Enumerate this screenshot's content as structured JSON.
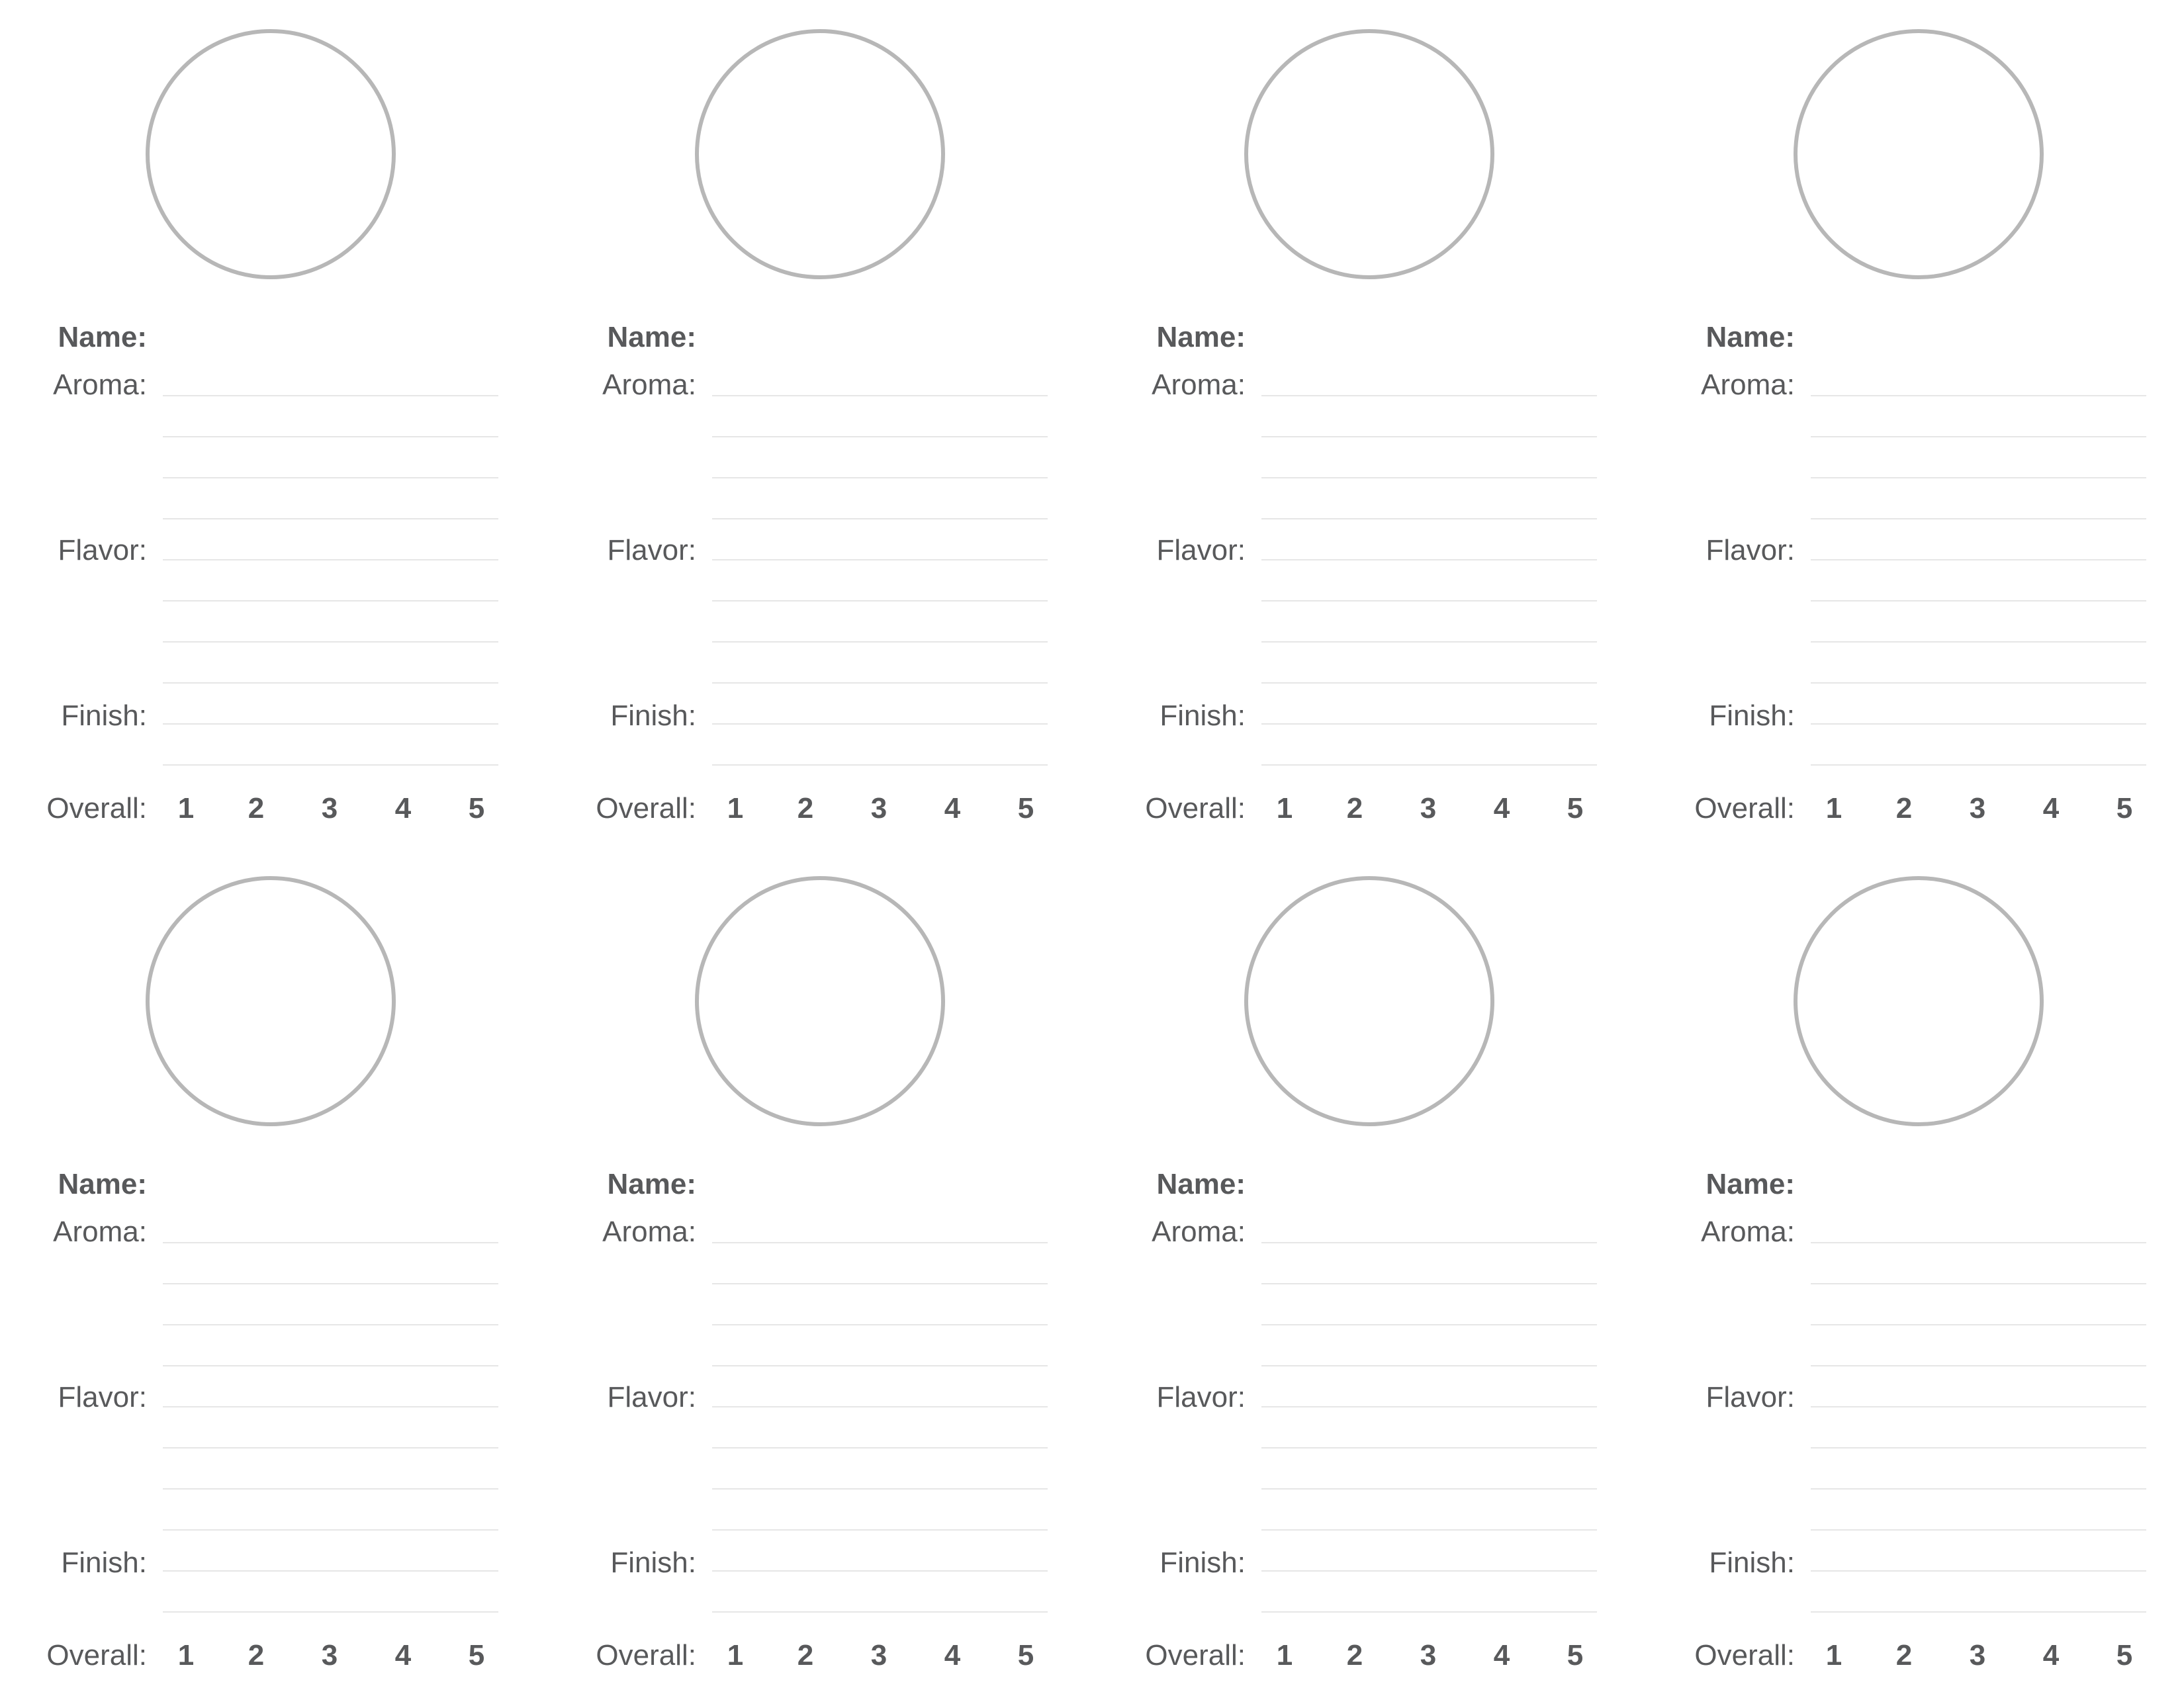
{
  "labels": {
    "name": "Name:",
    "aroma": "Aroma:",
    "flavor": "Flavor:",
    "finish": "Finish:",
    "overall": "Overall:"
  },
  "scores": [
    "1",
    "2",
    "3",
    "4",
    "5"
  ],
  "colors": {
    "text": "#58595b",
    "circle": "#b7b7b7",
    "rule": "#e6e6e6"
  },
  "cards": [
    {
      "name": ""
    },
    {
      "name": ""
    },
    {
      "name": ""
    },
    {
      "name": ""
    },
    {
      "name": ""
    },
    {
      "name": ""
    },
    {
      "name": ""
    },
    {
      "name": ""
    }
  ]
}
